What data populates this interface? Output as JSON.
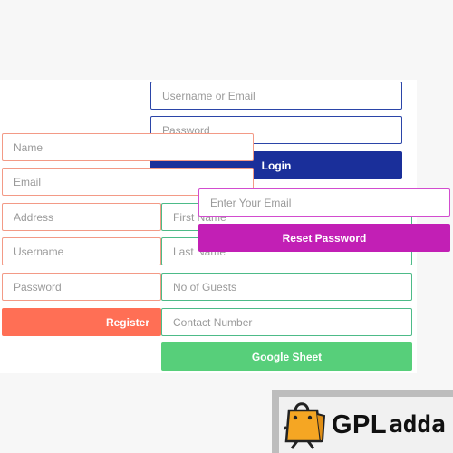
{
  "login": {
    "username_placeholder": "Username or Email",
    "password_placeholder": "Password",
    "button_label": "Login",
    "accent": "#1a2f9a"
  },
  "register": {
    "name_placeholder": "Name",
    "email_placeholder": "Email",
    "address_placeholder": "Address",
    "username_placeholder": "Username",
    "password_placeholder": "Password",
    "button_label": "Register",
    "accent": "#ff6f55"
  },
  "reset": {
    "email_placeholder": "Enter Your Email",
    "button_label": "Reset Password",
    "accent": "#c21fb5"
  },
  "sheet": {
    "first_name_placeholder": "First Name",
    "last_name_placeholder": "Last Name",
    "guests_placeholder": "No of Guests",
    "contact_placeholder": "Contact Number",
    "button_label": "Google Sheet",
    "accent": "#57cf7a"
  },
  "logo": {
    "text_primary": "GPL",
    "text_secondary": "adda",
    "icon": "shopping-bag-icon"
  }
}
